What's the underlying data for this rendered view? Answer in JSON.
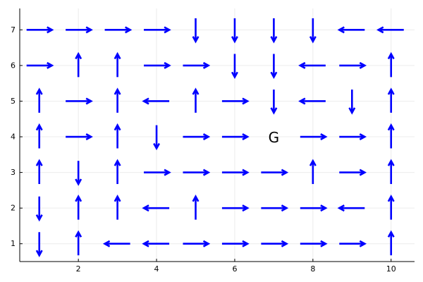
{
  "chart_data": {
    "type": "quiver",
    "title": "",
    "xlabel": "",
    "ylabel": "",
    "xlim": [
      0.5,
      10.6
    ],
    "ylim": [
      0.5,
      7.6
    ],
    "xticks": [
      2,
      4,
      6,
      8,
      10
    ],
    "yticks": [
      1,
      2,
      3,
      4,
      5,
      6,
      7
    ],
    "grid": true,
    "legend": "none",
    "arrow_color": "#0000ff",
    "arrow_length": 0.65,
    "goal": {
      "label": "G",
      "x": 7,
      "y": 4
    },
    "arrows": [
      {
        "y": 7,
        "dirs": [
          "R",
          "R",
          "R",
          "R",
          "D",
          "D",
          "D",
          "D",
          "L",
          "L"
        ]
      },
      {
        "y": 6,
        "dirs": [
          "R",
          "U",
          "U",
          "R",
          "R",
          "D",
          "D",
          "L",
          "R",
          "U"
        ]
      },
      {
        "y": 5,
        "dirs": [
          "U",
          "R",
          "U",
          "L",
          "U",
          "R",
          "D",
          "L",
          "D",
          "U"
        ]
      },
      {
        "y": 4,
        "dirs": [
          "U",
          "R",
          "U",
          "D",
          "R",
          "R",
          "",
          "R",
          "R",
          "U"
        ]
      },
      {
        "y": 3,
        "dirs": [
          "U",
          "D",
          "U",
          "R",
          "R",
          "R",
          "R",
          "U",
          "R",
          "U"
        ]
      },
      {
        "y": 2,
        "dirs": [
          "D",
          "U",
          "U",
          "L",
          "U",
          "R",
          "R",
          "R",
          "L",
          "U"
        ]
      },
      {
        "y": 1,
        "dirs": [
          "D",
          "U",
          "L",
          "L",
          "R",
          "R",
          "R",
          "R",
          "R",
          "U"
        ]
      }
    ]
  }
}
